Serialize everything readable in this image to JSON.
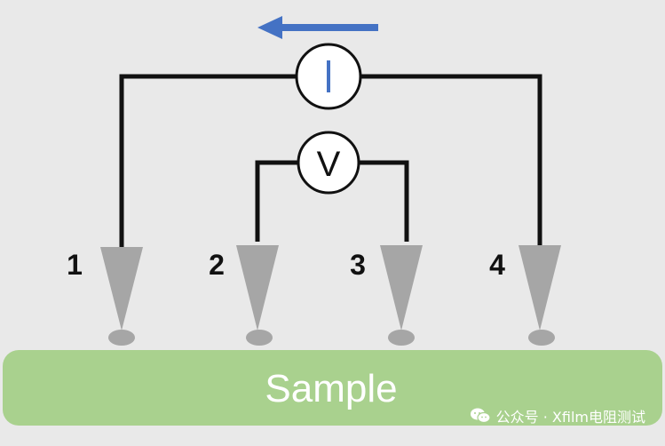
{
  "diagram": {
    "probes": [
      {
        "label": "1"
      },
      {
        "label": "2"
      },
      {
        "label": "3"
      },
      {
        "label": "4"
      }
    ],
    "ammeter_label": "I",
    "voltmeter_label": "V",
    "sample_label": "Sample",
    "watermark": "公众号 · Xfilm电阻测试",
    "colors": {
      "background": "#e9e9e9",
      "wire": "#111111",
      "probe": "#a6a6a6",
      "sample": "#a9d18e",
      "arrow": "#4472c4"
    }
  }
}
